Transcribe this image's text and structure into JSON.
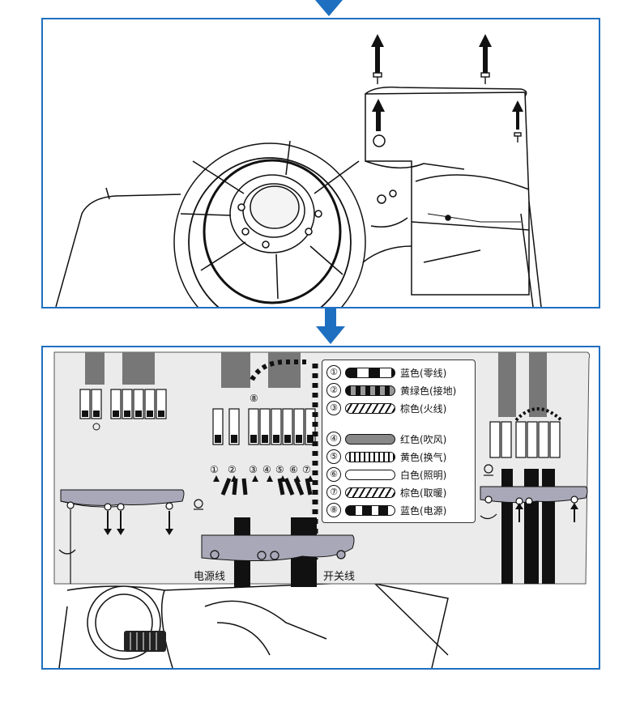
{
  "steps": [
    {
      "arrow": "step-1-arrow"
    },
    {
      "arrow": "step-2-arrow"
    }
  ],
  "wiring": {
    "legend": [
      {
        "num": "①",
        "label": "蓝色(零线)",
        "pattern": "blue"
      },
      {
        "num": "②",
        "label": "黄绿色(接地)",
        "pattern": "yellow-green"
      },
      {
        "num": "③",
        "label": "棕色(火线)",
        "pattern": "brown"
      },
      {
        "num": "④",
        "label": "红色(吹风)",
        "pattern": "red"
      },
      {
        "num": "⑤",
        "label": "黄色(换气)",
        "pattern": "yellow"
      },
      {
        "num": "⑥",
        "label": "白色(照明)",
        "pattern": "white"
      },
      {
        "num": "⑦",
        "label": "棕色(取暖)",
        "pattern": "brown-heat"
      },
      {
        "num": "⑧",
        "label": "蓝色(电源)",
        "pattern": "blue-power"
      }
    ],
    "wire_numbers": [
      "①",
      "②",
      "③",
      "④",
      "⑤",
      "⑥",
      "⑦"
    ],
    "terminal_number": "⑧",
    "power_cable_label": "电源线",
    "switch_cable_label": "开关线"
  },
  "colors": {
    "frame": "#1f6fc1",
    "arrow": "#1f6fc1",
    "inset_bg": "#ebebeb"
  }
}
